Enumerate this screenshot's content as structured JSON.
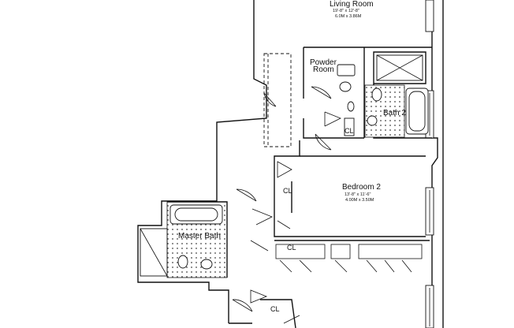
{
  "rooms": {
    "living_room": {
      "name": "Living Room",
      "dims_imperial": "19'-8\" x 12'-8\"",
      "dims_metric": "6.0M x 3.86M"
    },
    "powder_room": {
      "name_line1": "Powder",
      "name_line2": "Room"
    },
    "bath_2": {
      "name": "Bath 2"
    },
    "bedroom_2": {
      "name": "Bedroom 2",
      "dims_imperial": "13'-8\" x 11'-6\"",
      "dims_metric": "4.00M x 3.50M"
    },
    "master_bath": {
      "name": "Master Bath"
    }
  },
  "closets": {
    "label": "CL"
  }
}
